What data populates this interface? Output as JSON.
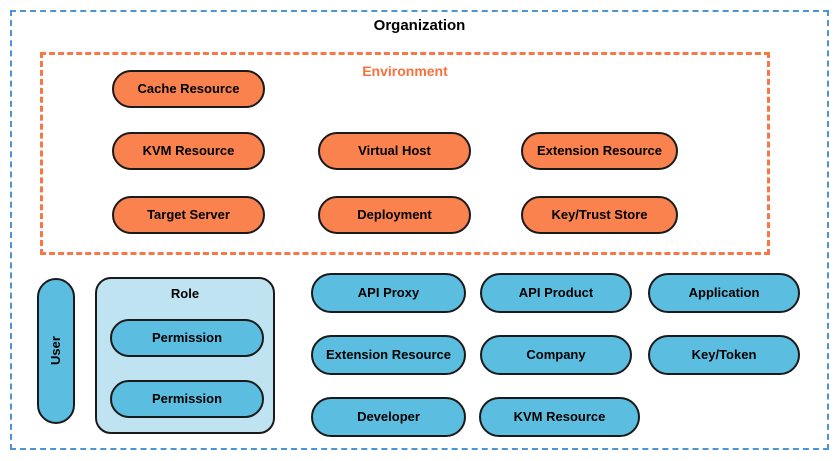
{
  "title": "Organization",
  "environment": {
    "label": "Environment",
    "pills": {
      "cache": "Cache Resource",
      "kvm": "KVM Resource",
      "virtual_host": "Virtual Host",
      "extension": "Extension Resource",
      "target_server": "Target Server",
      "deployment": "Deployment",
      "key_trust_store": "Key/Trust Store"
    }
  },
  "organization": {
    "user": "User",
    "role": {
      "label": "Role",
      "permission_1": "Permission",
      "permission_2": "Permission"
    },
    "pills": {
      "api_proxy": "API Proxy",
      "api_product": "API Product",
      "application": "Application",
      "extension": "Extension Resource",
      "company": "Company",
      "key_token": "Key/Token",
      "developer": "Developer",
      "kvm": "KVM Resource"
    }
  },
  "colors": {
    "outer_border": "#4D95D2",
    "environment_border": "#F87745",
    "environment_label": "#F8703C",
    "orange_fill": "#F9824E",
    "blue_fill": "#5BBEE0",
    "light_blue_fill": "#BFE3F0",
    "pill_border": "#1A1A1A"
  }
}
